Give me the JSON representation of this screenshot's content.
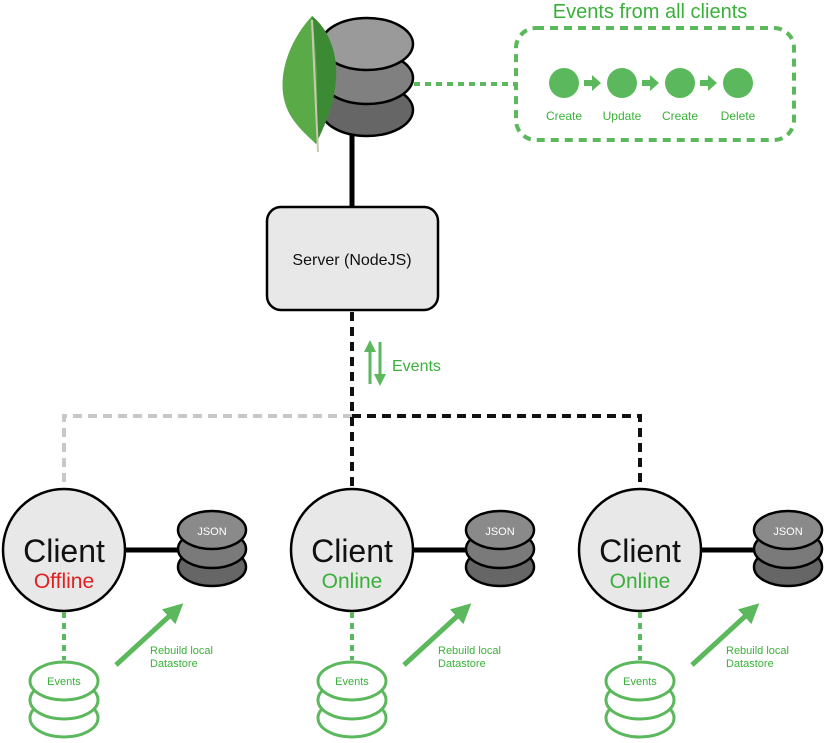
{
  "colors": {
    "green": "#5cb85c",
    "green_text": "#3ab03a",
    "red": "#e02020",
    "server_fill": "#e8e8e8",
    "db_dark": "#6a6a6a",
    "db_mid": "#888888",
    "offline_line": "#c8c8c8"
  },
  "events_panel": {
    "title": "Events from all clients",
    "steps": [
      "Create",
      "Update",
      "Create",
      "Delete"
    ]
  },
  "database": {
    "icon": "mongodb-leaf-icon"
  },
  "server": {
    "label": "Server (NodeJS)"
  },
  "link": {
    "label": "Events"
  },
  "clients": [
    {
      "title": "Client",
      "status": "Offline",
      "status_kind": "offline",
      "store_label": "JSON",
      "events_label": "Events",
      "rebuild_line1": "Rebuild local",
      "rebuild_line2": "Datastore"
    },
    {
      "title": "Client",
      "status": "Online",
      "status_kind": "online",
      "store_label": "JSON",
      "events_label": "Events",
      "rebuild_line1": "Rebuild local",
      "rebuild_line2": "Datastore"
    },
    {
      "title": "Client",
      "status": "Online",
      "status_kind": "online",
      "store_label": "JSON",
      "events_label": "Events",
      "rebuild_line1": "Rebuild local",
      "rebuild_line2": "Datastore"
    }
  ]
}
